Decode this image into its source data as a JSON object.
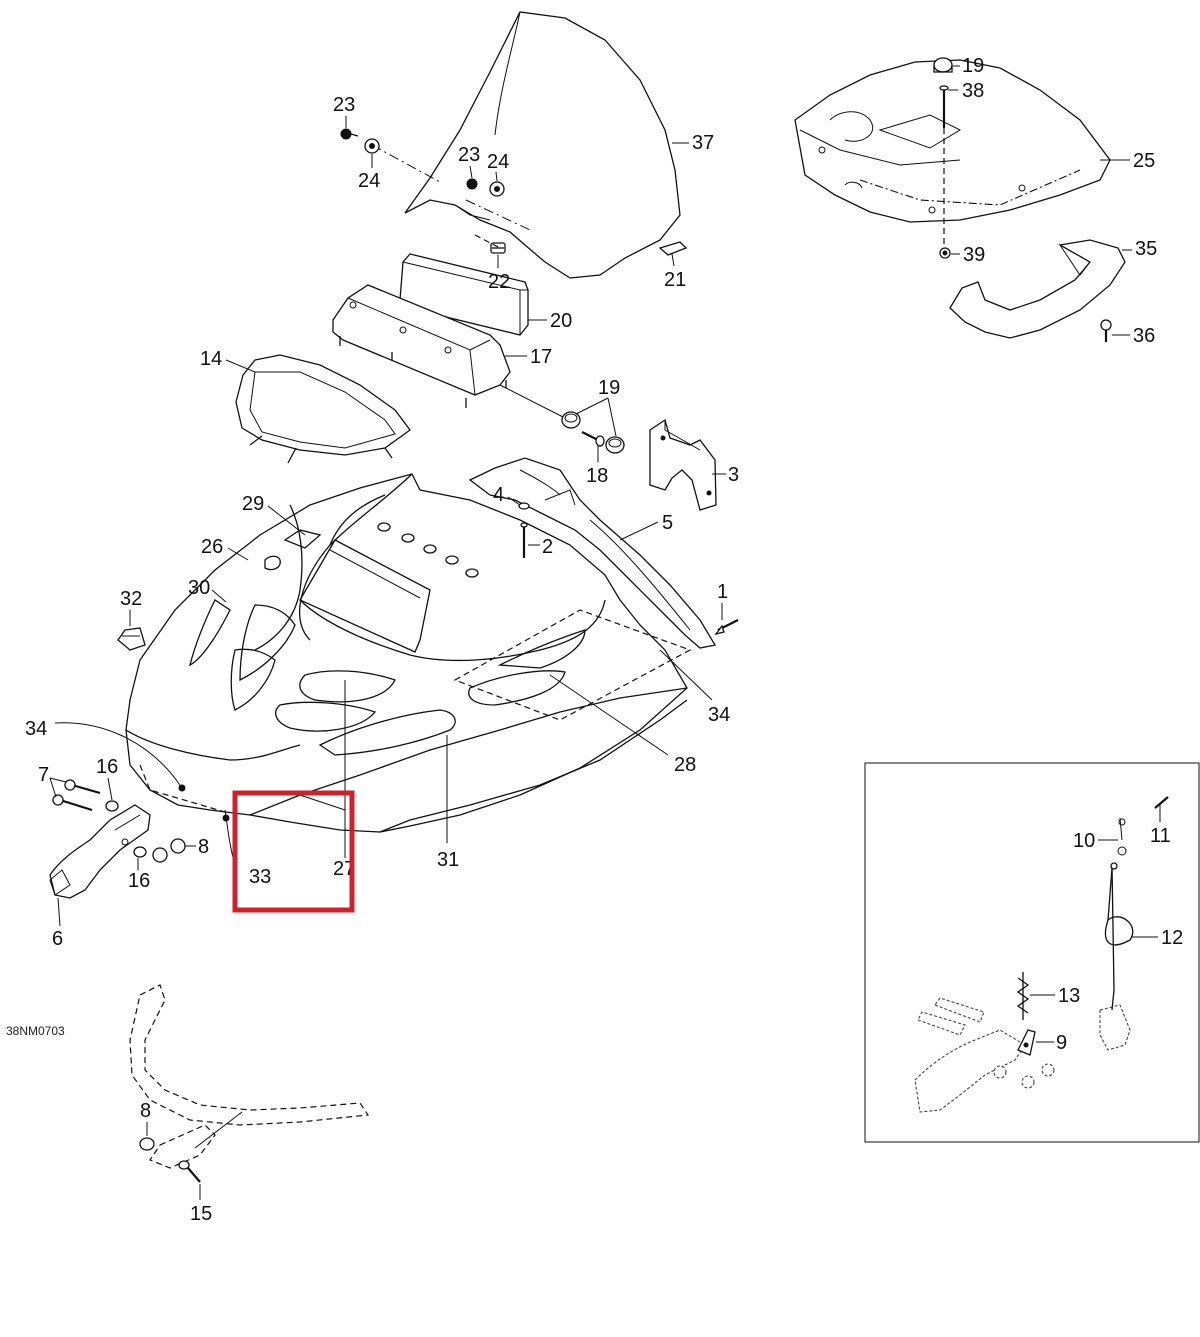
{
  "reference_code": "38NM0703",
  "colors": {
    "line": "#111111",
    "highlight": "#d0202a"
  },
  "highlight": {
    "label": "33 / 27 region"
  },
  "callouts": [
    "1",
    "2",
    "3",
    "4",
    "5",
    "6",
    "7",
    "8",
    "8",
    "9",
    "10",
    "11",
    "12",
    "13",
    "14",
    "15",
    "16",
    "16",
    "17",
    "18",
    "19",
    "19",
    "20",
    "21",
    "22",
    "23",
    "23",
    "24",
    "24",
    "25",
    "26",
    "27",
    "28",
    "29",
    "30",
    "31",
    "32",
    "33",
    "34",
    "34",
    "35",
    "36",
    "37",
    "38",
    "39"
  ]
}
